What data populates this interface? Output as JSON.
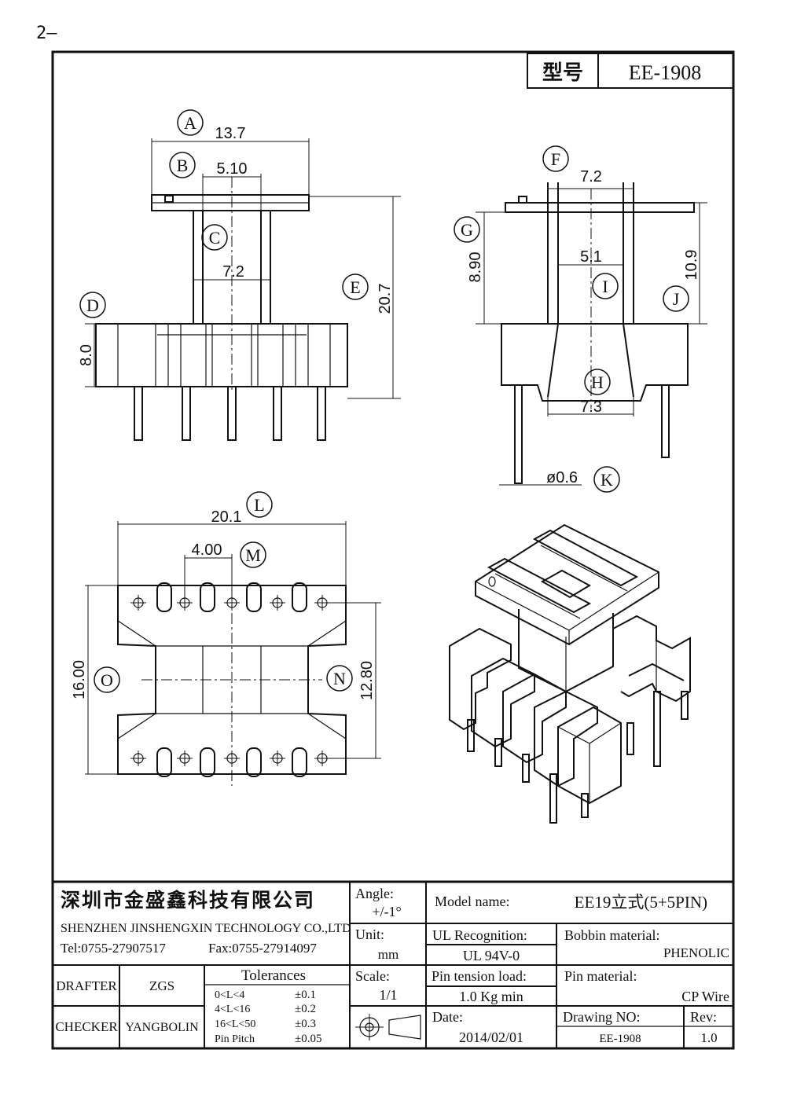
{
  "page_number": "2–",
  "header": {
    "type_label": "型号",
    "model": "EE-1908"
  },
  "labels": {
    "A": "A",
    "B": "B",
    "C": "C",
    "D": "D",
    "E": "E",
    "F": "F",
    "G": "G",
    "H": "H",
    "I": "I",
    "J": "J",
    "K": "K",
    "L": "L",
    "M": "M",
    "N": "N",
    "O": "O"
  },
  "dimensions": {
    "A": "13.7",
    "B": "5.10",
    "C": "7.2",
    "D": "8.0",
    "E": "20.7",
    "F": "7.2",
    "G": "8.90",
    "I": "5.1",
    "J": "10.9",
    "H": "7.3",
    "K": "ø0.6",
    "L": "20.1",
    "M": "4.00",
    "N": "12.80",
    "O": "16.00"
  },
  "title_block": {
    "company_cn": "深圳市金盛鑫科技有限公司",
    "company_en": "SHENZHEN JINSHENGXIN TECHNOLOGY CO.,LTD",
    "tel": "Tel:0755-27907517",
    "fax": "Fax:0755-27914097",
    "angle_label": "Angle:",
    "angle_value": "+/-1°",
    "unit_label": "Unit:",
    "unit_value": "mm",
    "scale_label": "Scale:",
    "scale_value": "1/1",
    "model_name_label": "Model name:",
    "model_name_value": "EE19立式(5+5PIN)",
    "ul_label": "UL Recognition:",
    "ul_value": "UL 94V-0",
    "bobbin_label": "Bobbin material:",
    "bobbin_value": "PHENOLIC",
    "pin_tension_label": "Pin tension load:",
    "pin_tension_value": "1.0 Kg min",
    "pin_material_label": "Pin material:",
    "pin_material_value": "CP Wire",
    "date_label": "Date:",
    "date_value": "2014/02/01",
    "drawing_no_label": "Drawing NO:",
    "drawing_no_value": "EE-1908",
    "rev_label": "Rev:",
    "rev_value": "1.0",
    "drafter_label": "DRAFTER",
    "drafter_value": "ZGS",
    "checker_label": "CHECKER",
    "checker_value": "YANGBOLIN",
    "tolerances_title": "Tolerances",
    "tolerances": [
      {
        "range": "0<L<4",
        "value": "±0.1"
      },
      {
        "range": "4<L<16",
        "value": "±0.2"
      },
      {
        "range": "16<L<50",
        "value": "±0.3"
      },
      {
        "range": "Pin Pitch",
        "value": "±0.05"
      }
    ]
  }
}
